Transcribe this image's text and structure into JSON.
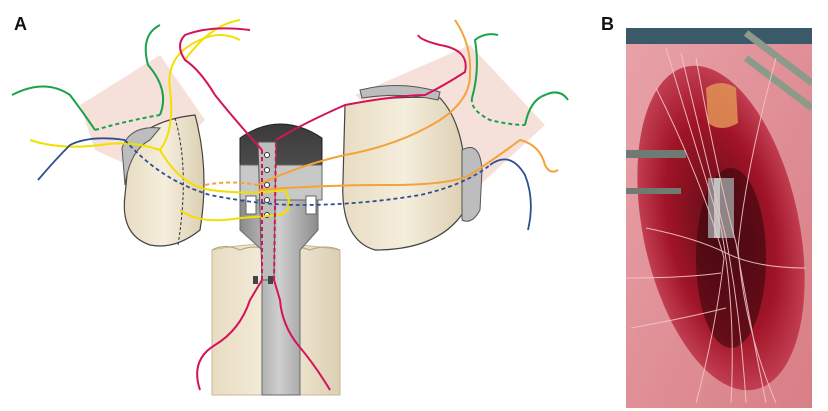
{
  "panels": {
    "a_label": "A",
    "b_label": "B"
  },
  "colors": {
    "green_suture": "#1aa34a",
    "yellow_suture": "#f2e000",
    "magenta_suture": "#d4145a",
    "orange_suture": "#f4a23a",
    "blue_suture": "#2f4f8f",
    "bone": "#efe6d2",
    "tissue_red": "#b3142a"
  },
  "icons": {
    "panel_a": "surgical-reconstruction-diagram",
    "panel_b": "intraoperative-photo"
  }
}
